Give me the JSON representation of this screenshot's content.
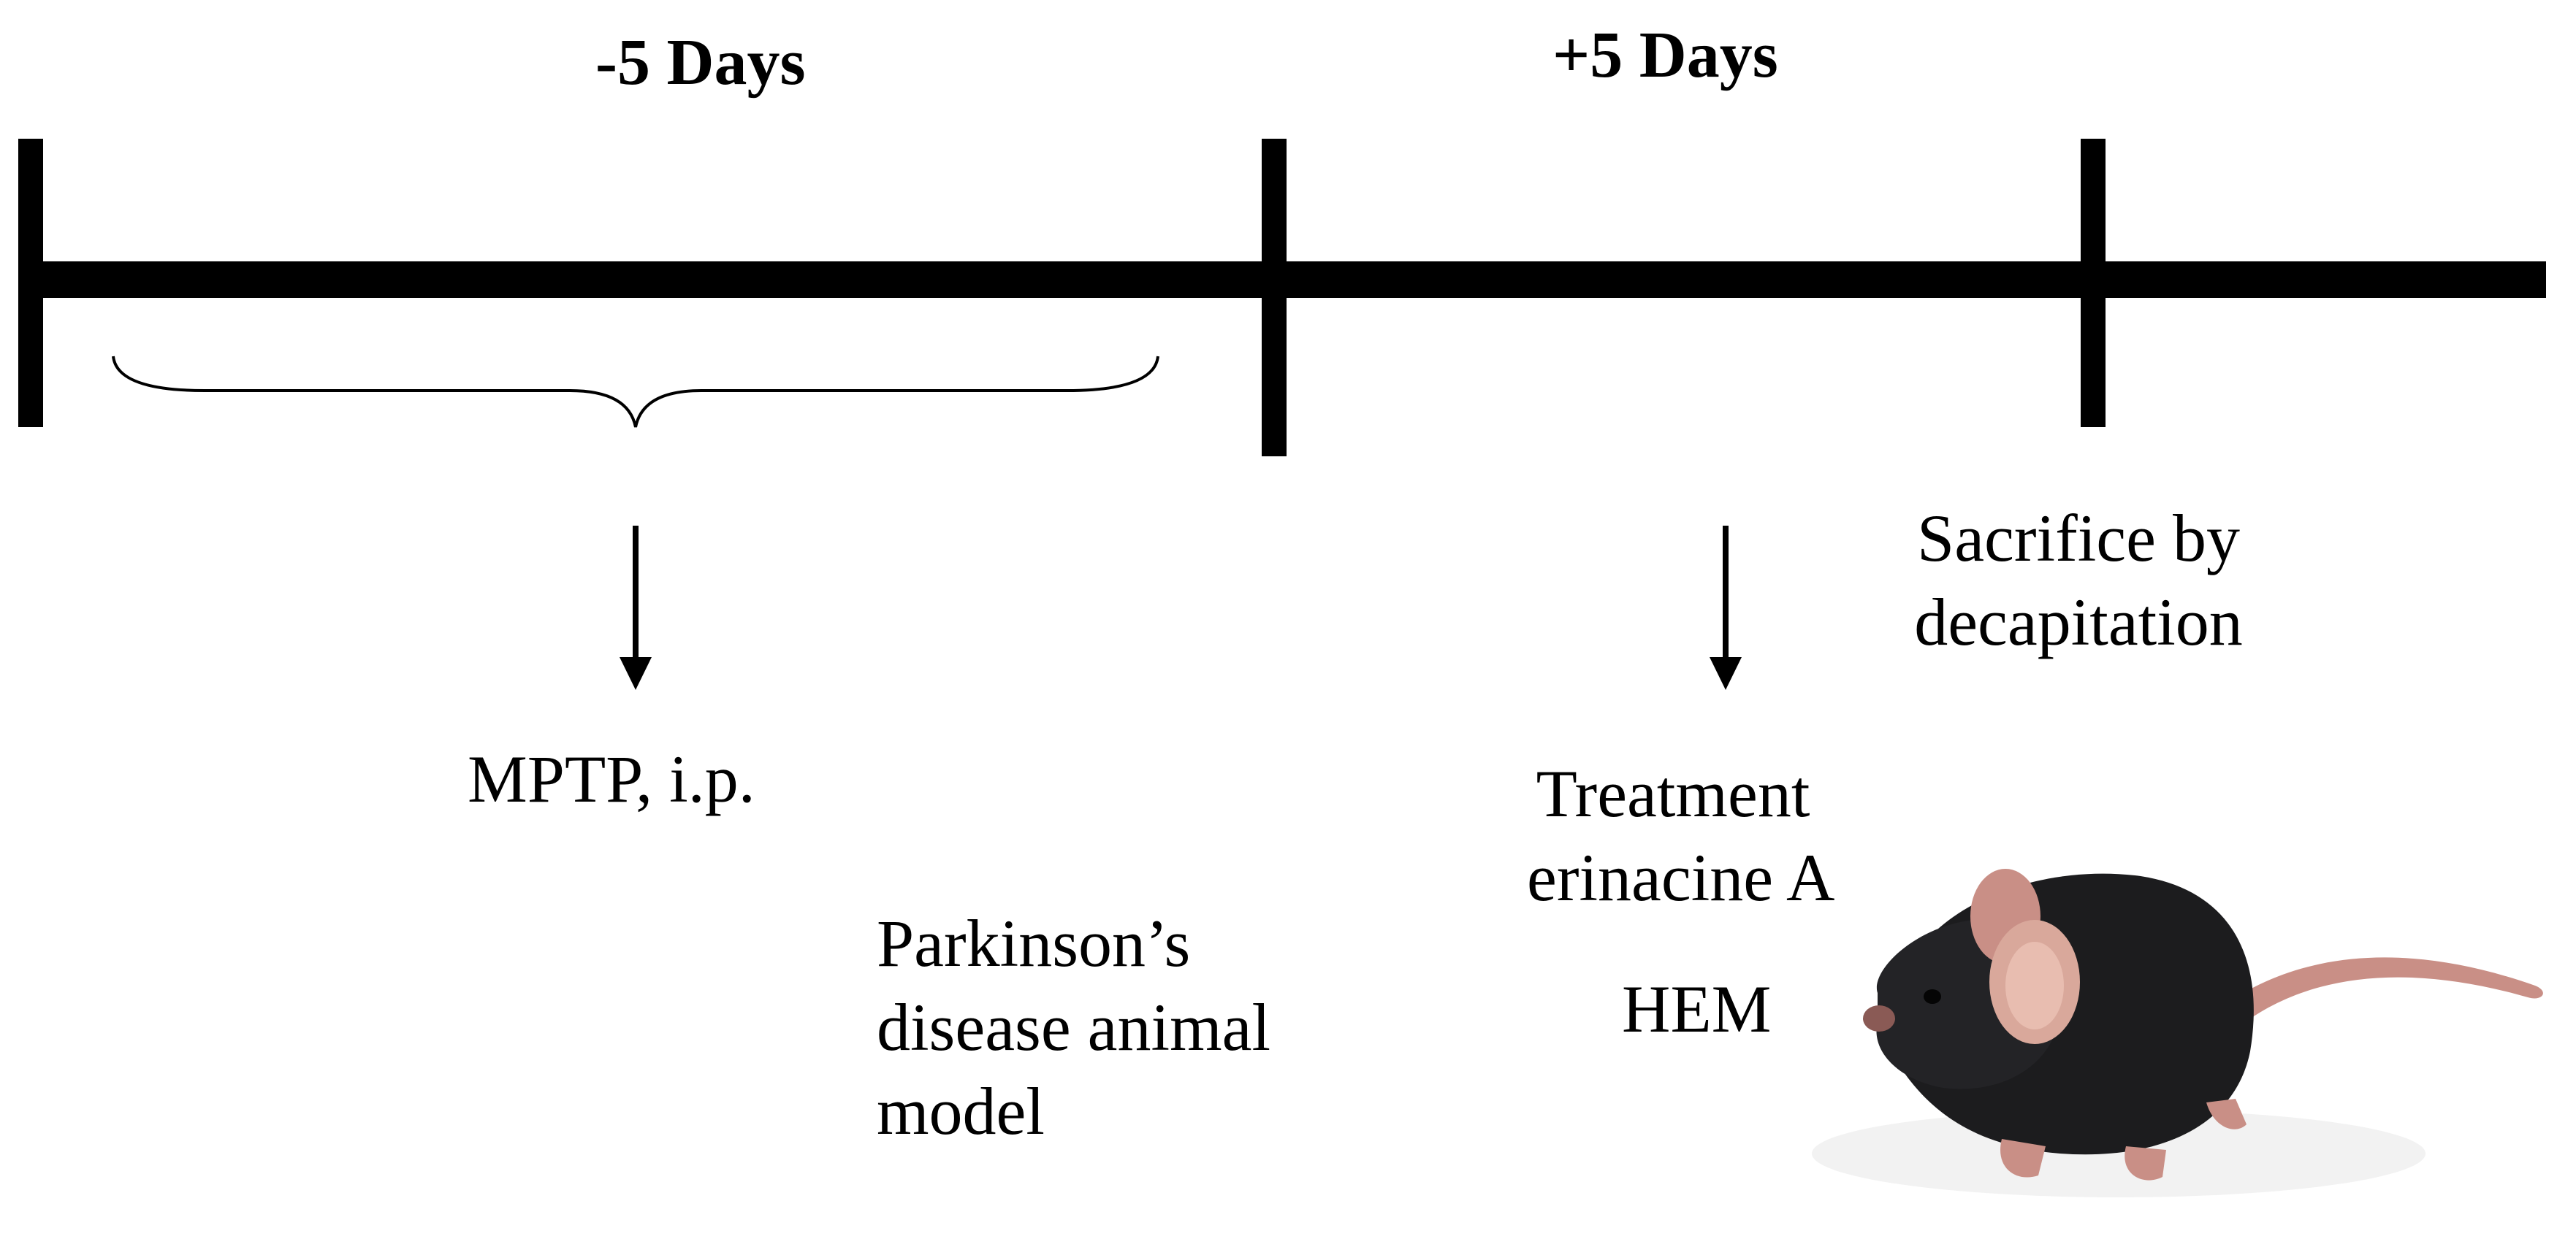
{
  "timeline": {
    "periods": [
      {
        "label": "-5 Days"
      },
      {
        "label": "+5 Days"
      }
    ],
    "events": {
      "injection": "MPTP, i.p.",
      "model": [
        "Parkinson’s",
        "disease animal",
        "model"
      ],
      "treatment": [
        "Treatment",
        "erinacine A"
      ],
      "treatment_alt": "HEM",
      "sacrifice": [
        "Sacrifice by",
        "decapitation"
      ]
    }
  },
  "colors": {
    "line": "#000000",
    "mouse_body": "#1c1c1e",
    "mouse_ear": "#d9a89b",
    "mouse_tail": "#c98f86"
  },
  "icons": {
    "mouse": "mouse-illustration"
  }
}
